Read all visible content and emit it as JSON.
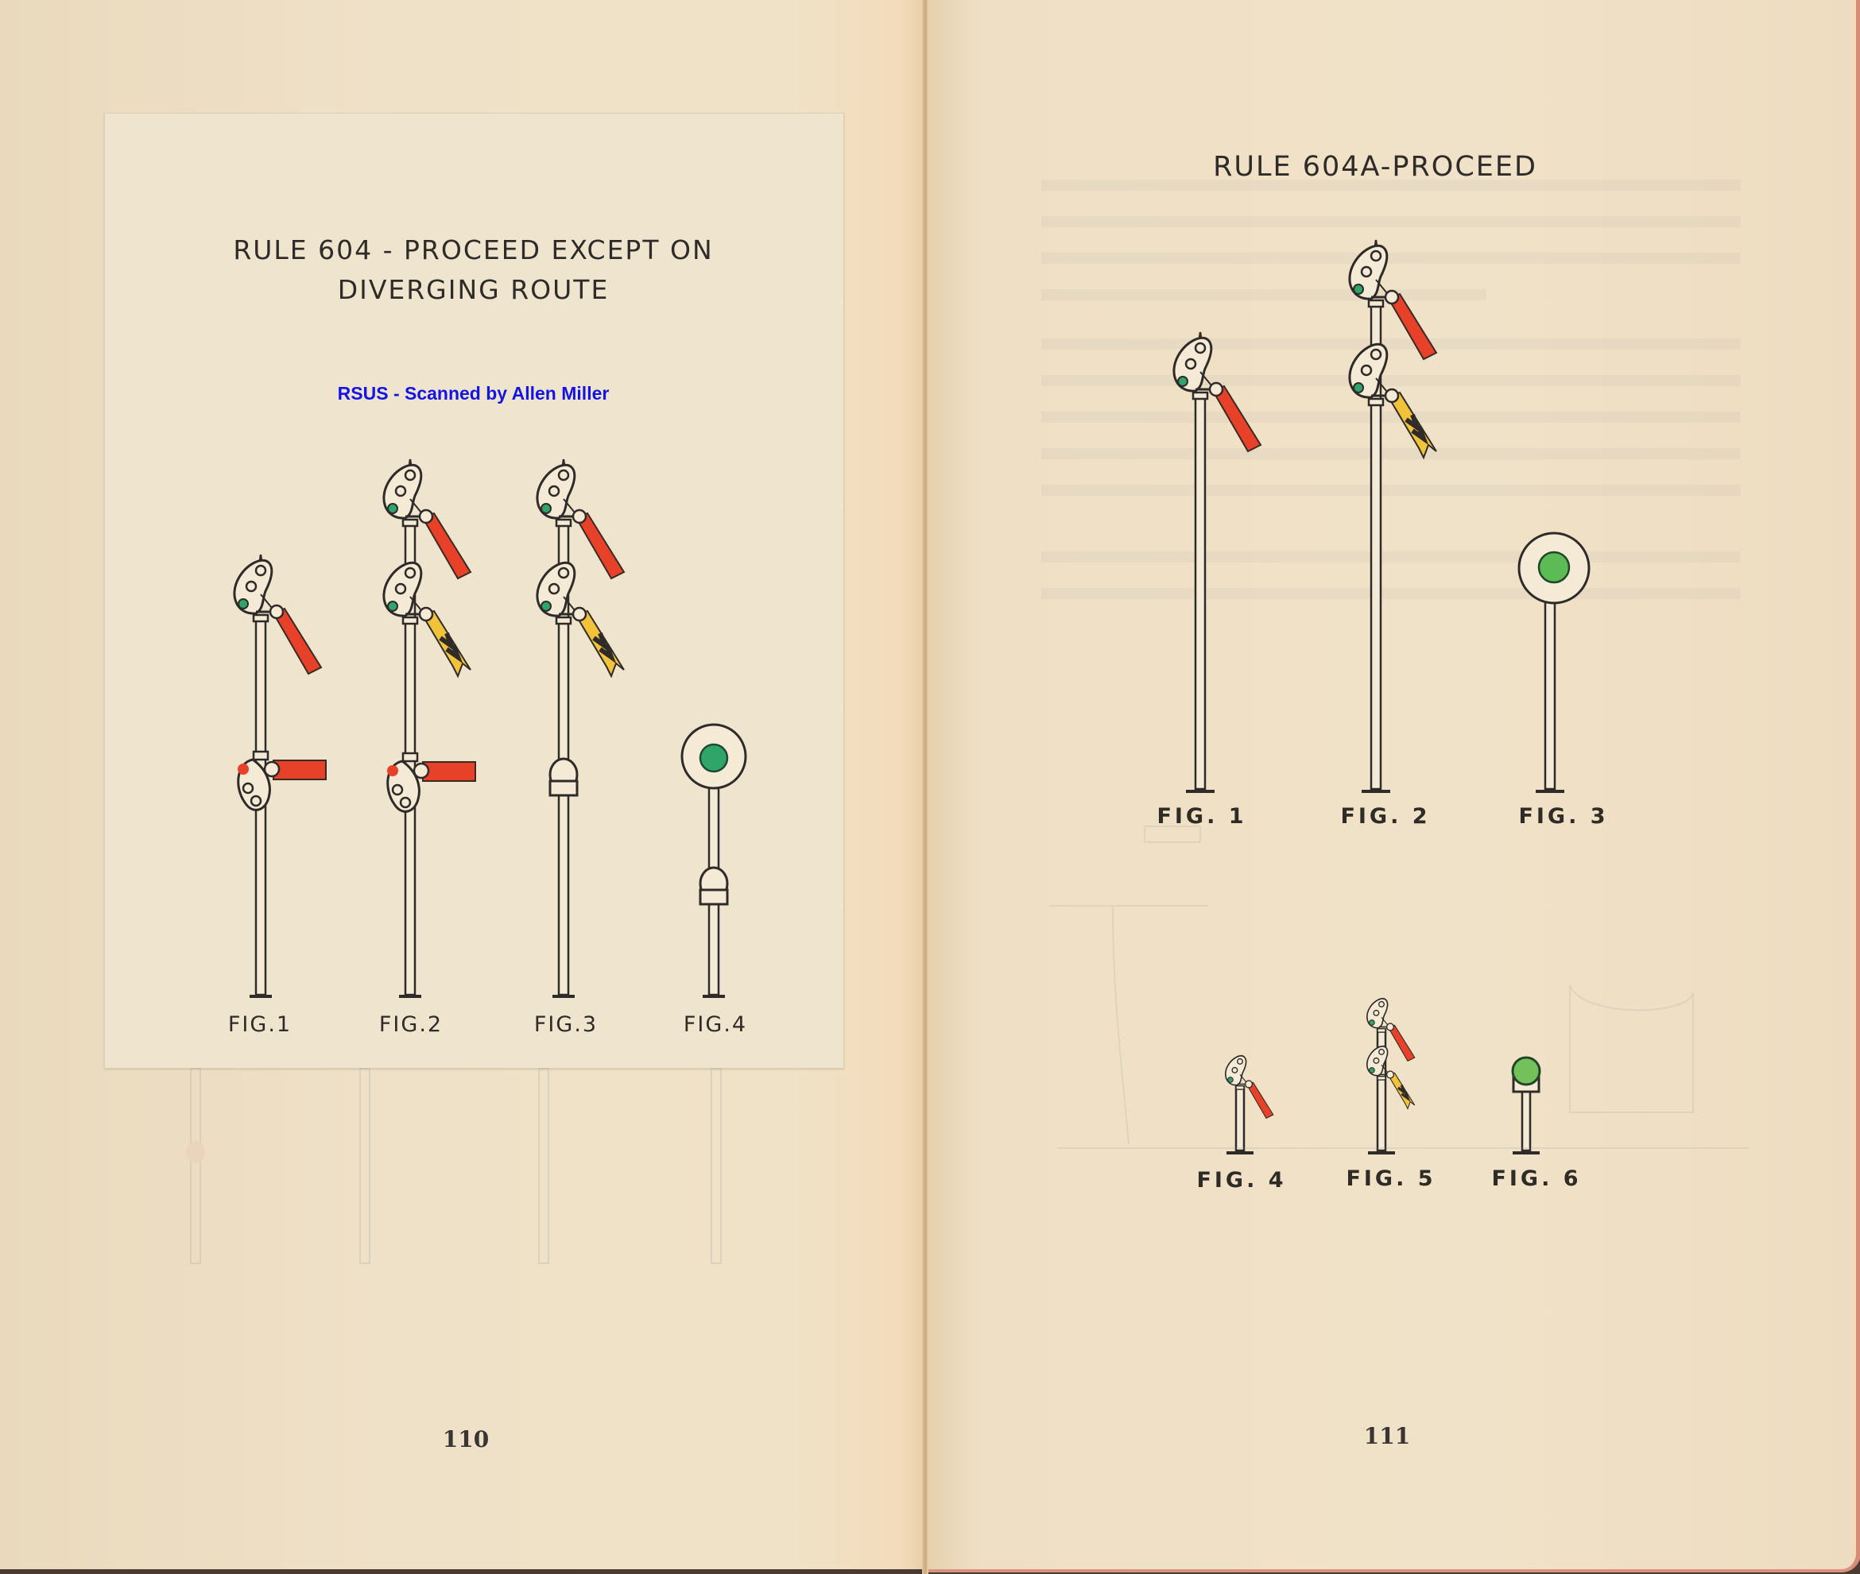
{
  "left_page": {
    "inset_title_line1": "RULE 604 - PROCEED EXCEPT ON",
    "inset_title_line2": "DIVERGING ROUTE",
    "credit": "RSUS - Scanned by Allen Miller",
    "figures": [
      {
        "label": "FIG.1",
        "description": "Two-arm semaphore: upper arm red raised, lower arm red horizontal"
      },
      {
        "label": "FIG.2",
        "description": "Three-arm semaphore: top red raised, middle yellow raised, lower red horizontal"
      },
      {
        "label": "FIG.3",
        "description": "Semaphore: top red raised, middle yellow raised, lower lamp housing"
      },
      {
        "label": "FIG.4",
        "description": "Disc signal with green light and lamp housing"
      }
    ],
    "page_number": "110"
  },
  "right_page": {
    "title": "RULE 604A-PROCEED",
    "figures_top": [
      {
        "label": "FIG. 1",
        "description": "Single-arm semaphore with red arm raised, green light"
      },
      {
        "label": "FIG. 2",
        "description": "Two-arm semaphore: red upper raised, yellow lower raised"
      },
      {
        "label": "FIG. 3",
        "description": "Disc signal with green light"
      }
    ],
    "figures_bottom": [
      {
        "label": "FIG. 4",
        "description": "Dwarf semaphore with red arm raised"
      },
      {
        "label": "FIG. 5",
        "description": "Dwarf two-arm semaphore: red and yellow raised"
      },
      {
        "label": "FIG. 6",
        "description": "Dwarf light signal green"
      }
    ],
    "page_number": "111"
  },
  "colors": {
    "paper": "#f0e2c7",
    "ink": "#2e2b28",
    "arm_red": "#e8412a",
    "arm_yellow": "#f2c23a",
    "light_green": "#2fa56a",
    "credit_blue": "#1414e6",
    "edge": "#d98b78"
  }
}
